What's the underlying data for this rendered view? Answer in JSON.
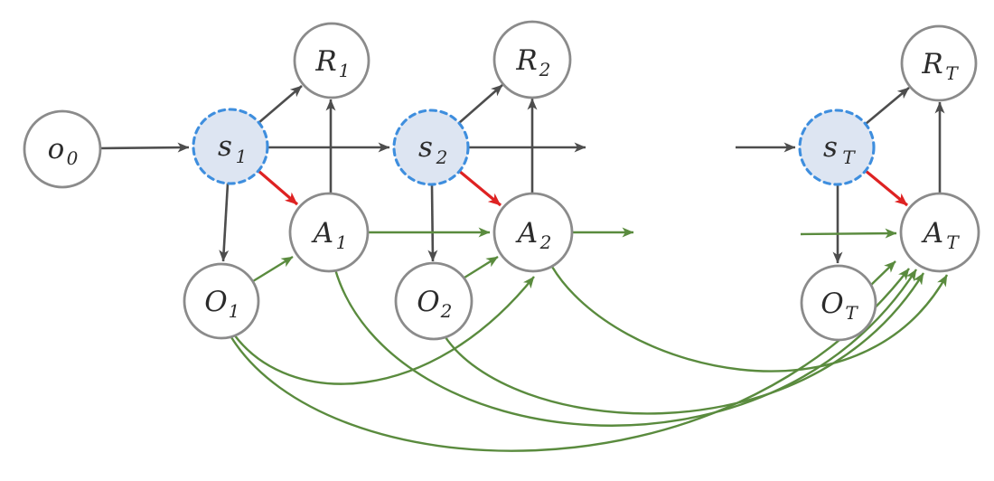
{
  "colors": {
    "background": "#ffffff",
    "edge-black": "#4d4d4d",
    "edge-green": "#5a8b3e",
    "edge-red": "#de2222",
    "node-fill": "#ffffff",
    "node-stroke": "#8b8b8b",
    "state-fill": "#dde5f2",
    "state-stroke": "#3e8ede",
    "label-color": "#2b2b2b"
  },
  "nodes": {
    "o0": {
      "main": "o",
      "sub": "0"
    },
    "s1": {
      "main": "s",
      "sub": "1"
    },
    "r1": {
      "main": "R",
      "sub": "1"
    },
    "a1": {
      "main": "A",
      "sub": "1"
    },
    "obs1": {
      "main": "O",
      "sub": "1"
    },
    "s2": {
      "main": "s",
      "sub": "2"
    },
    "r2": {
      "main": "R",
      "sub": "2"
    },
    "a2": {
      "main": "A",
      "sub": "2"
    },
    "obs2": {
      "main": "O",
      "sub": "2"
    },
    "sT": {
      "main": "s",
      "sub": "T"
    },
    "rT": {
      "main": "R",
      "sub": "T"
    },
    "aT": {
      "main": "A",
      "sub": "T"
    },
    "obsT": {
      "main": "O",
      "sub": "T"
    }
  },
  "edges": [
    {
      "from": "o0",
      "to": "s1",
      "color": "black",
      "style": "straight"
    },
    {
      "from": "s1",
      "to": "s2",
      "color": "black",
      "style": "straight"
    },
    {
      "from": "s2",
      "to": "next",
      "color": "black",
      "style": "straight"
    },
    {
      "from": "prev",
      "to": "sT",
      "color": "black",
      "style": "straight"
    },
    {
      "from": "s1",
      "to": "r1",
      "color": "black",
      "style": "straight"
    },
    {
      "from": "s2",
      "to": "r2",
      "color": "black",
      "style": "straight"
    },
    {
      "from": "sT",
      "to": "rT",
      "color": "black",
      "style": "straight"
    },
    {
      "from": "a1",
      "to": "r1",
      "color": "black",
      "style": "straight"
    },
    {
      "from": "a2",
      "to": "r2",
      "color": "black",
      "style": "straight"
    },
    {
      "from": "aT",
      "to": "rT",
      "color": "black",
      "style": "straight"
    },
    {
      "from": "s1",
      "to": "obs1",
      "color": "black",
      "style": "straight"
    },
    {
      "from": "s2",
      "to": "obs2",
      "color": "black",
      "style": "straight"
    },
    {
      "from": "sT",
      "to": "obsT",
      "color": "black",
      "style": "straight"
    },
    {
      "from": "s1",
      "to": "a1",
      "color": "red",
      "style": "straight"
    },
    {
      "from": "s2",
      "to": "a2",
      "color": "red",
      "style": "straight"
    },
    {
      "from": "sT",
      "to": "aT",
      "color": "red",
      "style": "straight"
    },
    {
      "from": "obs1",
      "to": "a1",
      "color": "green",
      "style": "straight"
    },
    {
      "from": "obs2",
      "to": "a2",
      "color": "green",
      "style": "straight"
    },
    {
      "from": "obsT",
      "to": "aT",
      "color": "green",
      "style": "straight"
    },
    {
      "from": "a1",
      "to": "a2",
      "color": "green",
      "style": "straight"
    },
    {
      "from": "a2",
      "to": "next",
      "color": "green",
      "style": "straight"
    },
    {
      "from": "prev",
      "to": "aT",
      "color": "green",
      "style": "straight"
    },
    {
      "from": "obs1",
      "to": "a2",
      "color": "green",
      "style": "curve"
    },
    {
      "from": "obs1",
      "to": "aT",
      "color": "green",
      "style": "curve"
    },
    {
      "from": "a1",
      "to": "aT",
      "color": "green",
      "style": "curve"
    },
    {
      "from": "obs2",
      "to": "aT",
      "color": "green",
      "style": "curve"
    },
    {
      "from": "a2",
      "to": "aT",
      "color": "green",
      "style": "curve"
    }
  ]
}
